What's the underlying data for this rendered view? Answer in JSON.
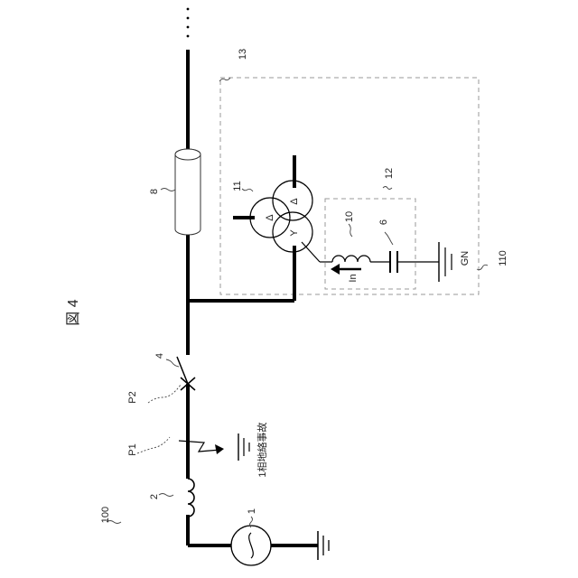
{
  "figure": {
    "title": "図 4"
  },
  "labels": {
    "system": "100",
    "source": "1",
    "reactor": "2",
    "breaker": "4",
    "capacitor": "6",
    "cable": "8",
    "coil": "10",
    "transformer": "11",
    "series_unit": "12",
    "substation": "13",
    "grounding_system": "110",
    "fault_point": "P1",
    "breaker_point": "P2",
    "fault_text": "1相地絡事故",
    "ground_label": "GN",
    "current_label": "In",
    "delta_1": "Δ",
    "delta_2": "Δ",
    "wye": "Y",
    "continuation": "⋮"
  },
  "colors": {
    "line": "#000000",
    "dashed": "#999999",
    "text": "#222222"
  }
}
